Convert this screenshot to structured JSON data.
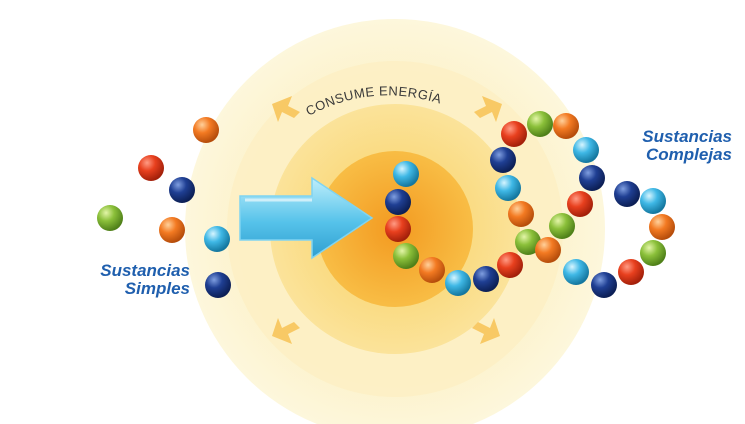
{
  "diagram": {
    "title": "CONSUME ENERGÍA",
    "left_label": [
      "Sustancias",
      "Simples"
    ],
    "right_label": [
      "Sustancias",
      "Complejas"
    ]
  },
  "colors": {
    "label": "#1f5fae",
    "outer_halo": "#fdf6d2",
    "outer_ring": "#fbe7a4",
    "mid_ring": "#f9cf5f",
    "inner_core": "#f6a42c",
    "arrow": "#5ec6ea"
  }
}
